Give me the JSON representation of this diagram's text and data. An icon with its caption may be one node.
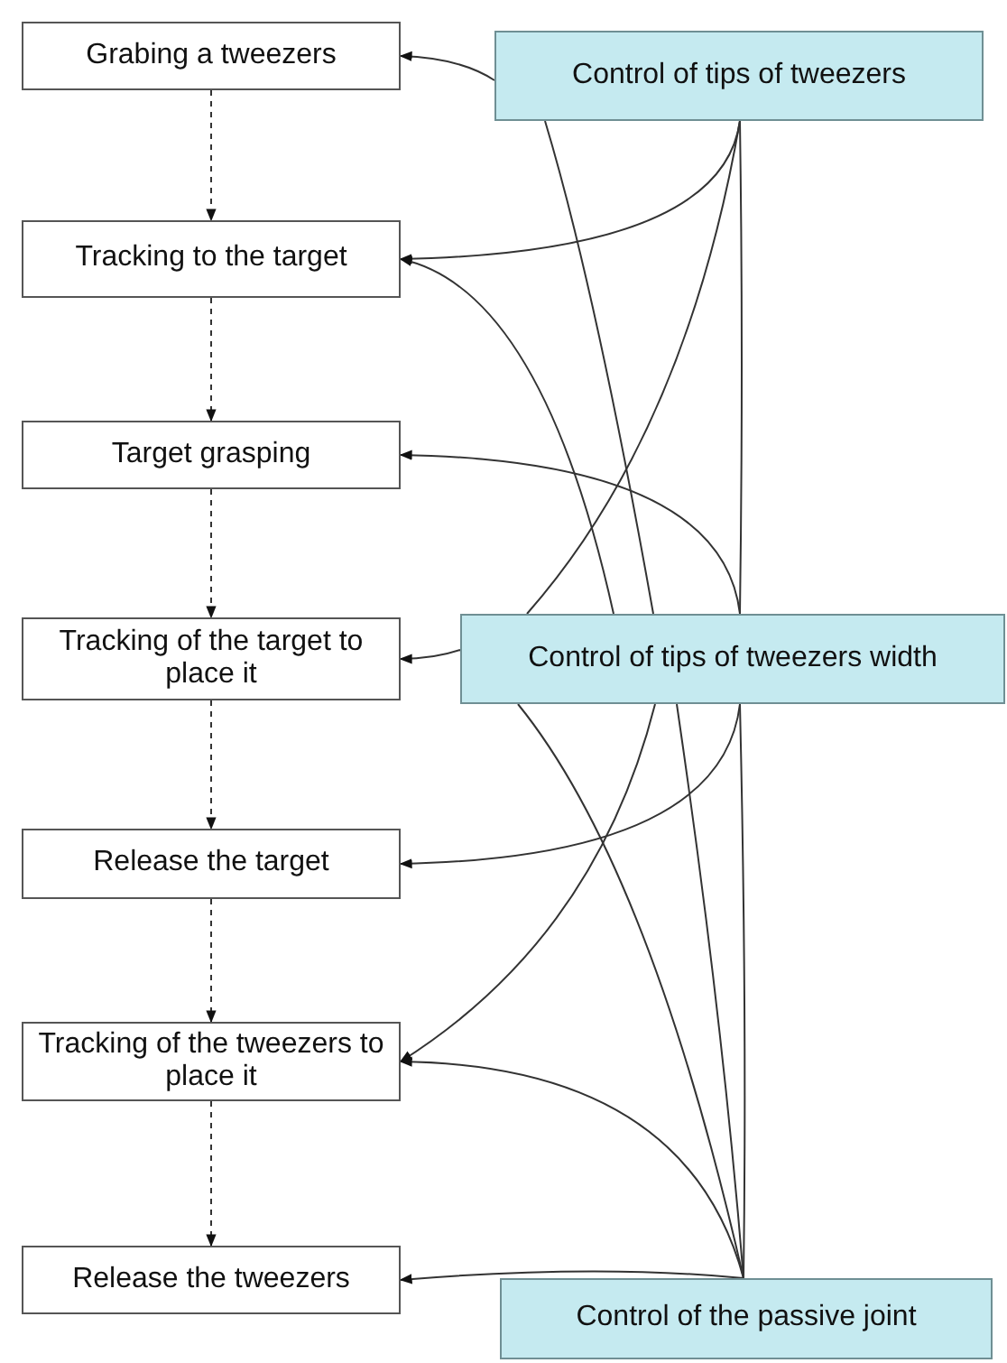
{
  "diagram": {
    "nodes": [
      {
        "text": [
          "Grabing a tweezers"
        ]
      },
      {
        "text": [
          "Tracking to the target"
        ]
      },
      {
        "text": [
          "Target grasping"
        ]
      },
      {
        "text": [
          "Tracking of the target to place it"
        ]
      },
      {
        "text": [
          "Release the target"
        ]
      },
      {
        "text": [
          "Tracking of the tweezers to place it"
        ]
      },
      {
        "text": [
          "Release the tweezers"
        ]
      },
      {
        "text": [
          "Control of tips of tweezers"
        ]
      },
      {
        "text": [
          "Control of tips of tweezers width"
        ]
      },
      {
        "text": [
          "Control of the passive joint"
        ]
      }
    ],
    "edges": [
      {
        "from": 0,
        "to": 1,
        "arrow": "to",
        "style": "dashed"
      },
      {
        "from": 1,
        "to": 2,
        "arrow": "to",
        "style": "dashed"
      },
      {
        "from": 2,
        "to": 3,
        "arrow": "to",
        "style": "dashed"
      },
      {
        "from": 3,
        "to": 4,
        "arrow": "to",
        "style": "dashed"
      },
      {
        "from": 4,
        "to": 5,
        "arrow": "to",
        "style": "dashed"
      },
      {
        "from": 5,
        "to": 6,
        "arrow": "to",
        "style": "dashed"
      },
      {
        "from": 7,
        "to": 0,
        "arrow": "to"
      },
      {
        "from": 7,
        "to": 1,
        "arrow": "to"
      },
      {
        "from": 7,
        "to": 8,
        "arrow": "none"
      },
      {
        "from": 7,
        "to": 8,
        "arrow": "none"
      },
      {
        "from": 7,
        "to": 8,
        "arrow": "none"
      },
      {
        "from": 8,
        "to": 1,
        "arrow": "to"
      },
      {
        "from": 8,
        "to": 2,
        "arrow": "to"
      },
      {
        "from": 8,
        "to": 3,
        "arrow": "to"
      },
      {
        "from": 8,
        "to": 4,
        "arrow": "to"
      },
      {
        "from": 8,
        "to": 5,
        "arrow": "to"
      },
      {
        "from": 8,
        "to": 9,
        "arrow": "none"
      },
      {
        "from": 8,
        "to": 9,
        "arrow": "none"
      },
      {
        "from": 8,
        "to": 9,
        "arrow": "none"
      },
      {
        "from": 9,
        "to": 5,
        "arrow": "to"
      },
      {
        "from": 9,
        "to": 6,
        "arrow": "to"
      }
    ]
  }
}
